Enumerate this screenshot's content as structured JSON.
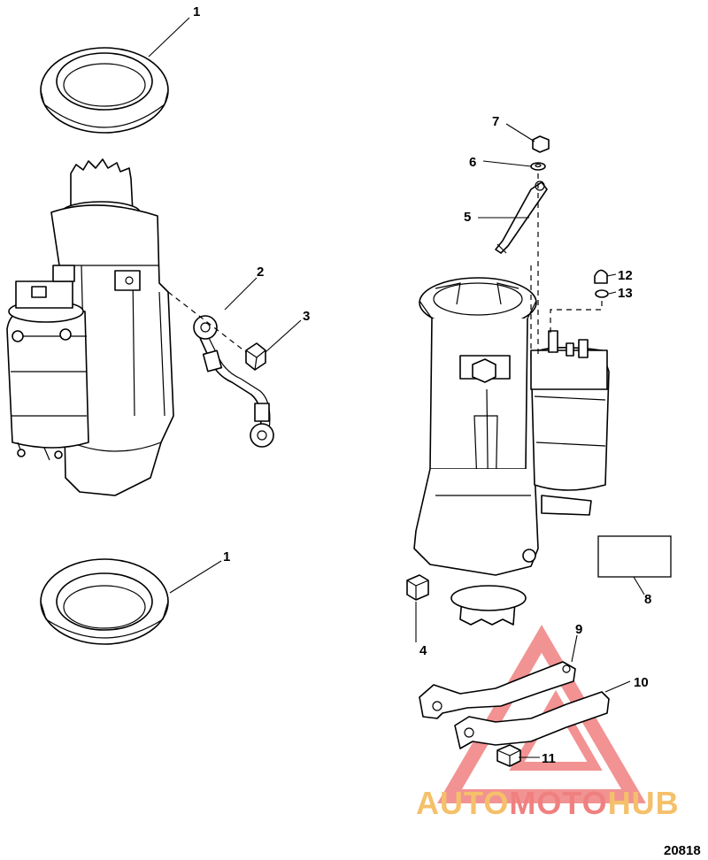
{
  "diagram": {
    "document_number": "20818",
    "callouts": [
      "1",
      "2",
      "3",
      "1",
      "4",
      "5",
      "6",
      "7",
      "8",
      "9",
      "10",
      "11",
      "12",
      "13"
    ]
  },
  "watermark": {
    "text_part1": "AUTO",
    "text_part2": "MOTO",
    "text_part3": "HUB",
    "color_primary": "#f08080",
    "color_secondary": "#f5c06a"
  }
}
